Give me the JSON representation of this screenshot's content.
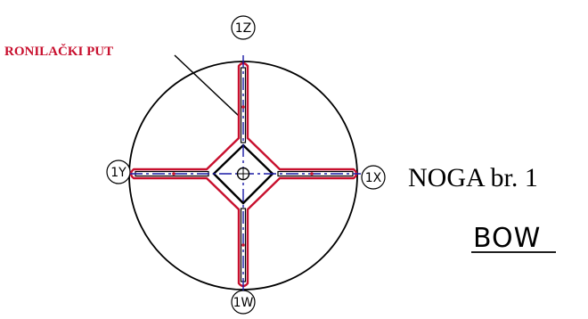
{
  "diagram": {
    "route_label": "RONILAČKI PUT",
    "leg_title": "NOGA br. 1",
    "subtitle": "BOW",
    "axes": {
      "top": "1Z",
      "left": "1Y",
      "right": "1X",
      "bottom": "1W"
    }
  },
  "colors": {
    "route": "#c8102e",
    "centerline": "#1a1aa6",
    "outline": "#000000"
  }
}
